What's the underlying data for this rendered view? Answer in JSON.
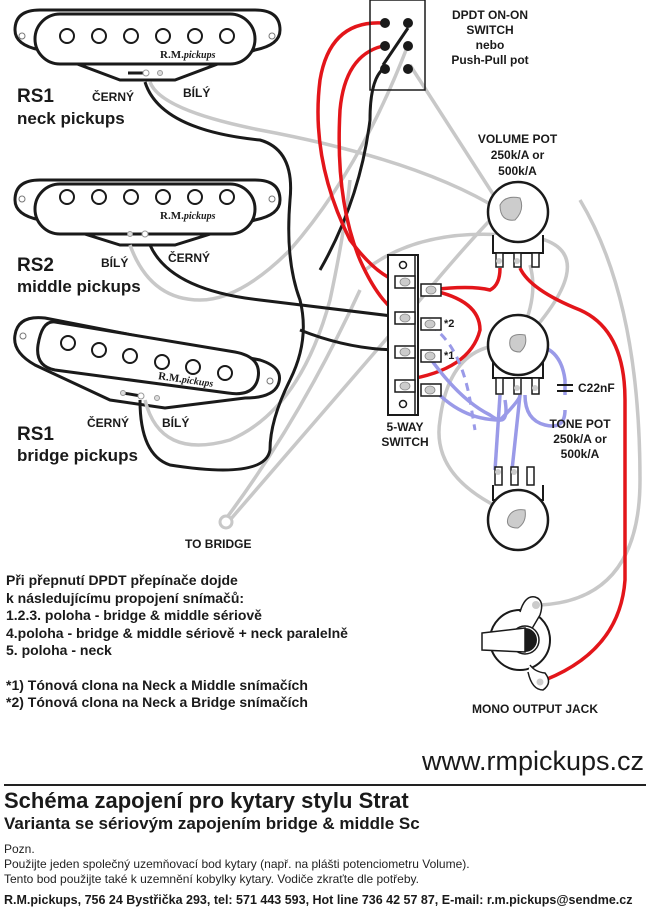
{
  "pickups": [
    {
      "id": "neck",
      "model": "RS1",
      "position": "neck pickups",
      "wire_left": "ČERNÝ",
      "wire_right": "BÍLÝ",
      "brand": "R.M.",
      "brand_suffix": "pickups"
    },
    {
      "id": "middle",
      "model": "RS2",
      "position": "middle pickups",
      "wire_left": "BÍLÝ",
      "wire_right": "ČERNÝ",
      "brand": "R.M.",
      "brand_suffix": "pickups"
    },
    {
      "id": "bridge",
      "model": "RS1",
      "position": "bridge pickups",
      "wire_left": "ČERNÝ",
      "wire_right": "BÍLÝ",
      "brand": "R.M.",
      "brand_suffix": "pickups"
    }
  ],
  "dpdt": {
    "line1": "DPDT ON-ON",
    "line2": "SWITCH",
    "line3": "nebo",
    "line4": "Push-Pull pot"
  },
  "volume_pot": {
    "line1": "VOLUME POT",
    "line2": "250k/A or",
    "line3": "500k/A"
  },
  "tone_pot": {
    "line1": "TONE POT",
    "line2": "250k/A or",
    "line3": "500k/A"
  },
  "capacitor": {
    "label": "C22nF"
  },
  "five_way": {
    "line1": "5-WAY",
    "line2": "SWITCH",
    "mark1": "*1",
    "mark2": "*2"
  },
  "to_bridge": "TO BRIDGE",
  "jack": "MONO OUTPUT JACK",
  "notes": {
    "lines": [
      "Při přepnutí DPDT přepínače dojde",
      "k následujícímu propojení snímačů:",
      "1.2.3. poloha - bridge & middle sériově",
      "4.poloha - bridge & middle sériově + neck paralelně",
      "5. poloha - neck"
    ],
    "footnotes": [
      "*1) Tónová clona na Neck a Middle snímačích",
      "*2) Tónová clona na Neck a Bridge snímačích"
    ]
  },
  "website": "www.rmpickups.cz",
  "title": "Schéma zapojení pro kytary stylu Strat",
  "subtitle": "Varianta se sériovým zapojením bridge & middle Sc",
  "remarks": {
    "heading": "Pozn.",
    "line1": "Použijte jeden společný uzemňovací bod kytary (např. na plášti potenciometru Volume).",
    "line2": "Tento bod použijte také k uzemnění kobylky kytary. Vodiče  zkraťte dle potřeby."
  },
  "contact": "R.M.pickups, 756 24 Bystřička 293, tel: 571 443 593, Hot line 736 42 57 87, E-mail: r.m.pickups@sendme.cz",
  "colors": {
    "hot": "#e3151a",
    "ground": "#c8c8c8",
    "black": "#1a1a1a",
    "tone": "#9a9ae8"
  }
}
